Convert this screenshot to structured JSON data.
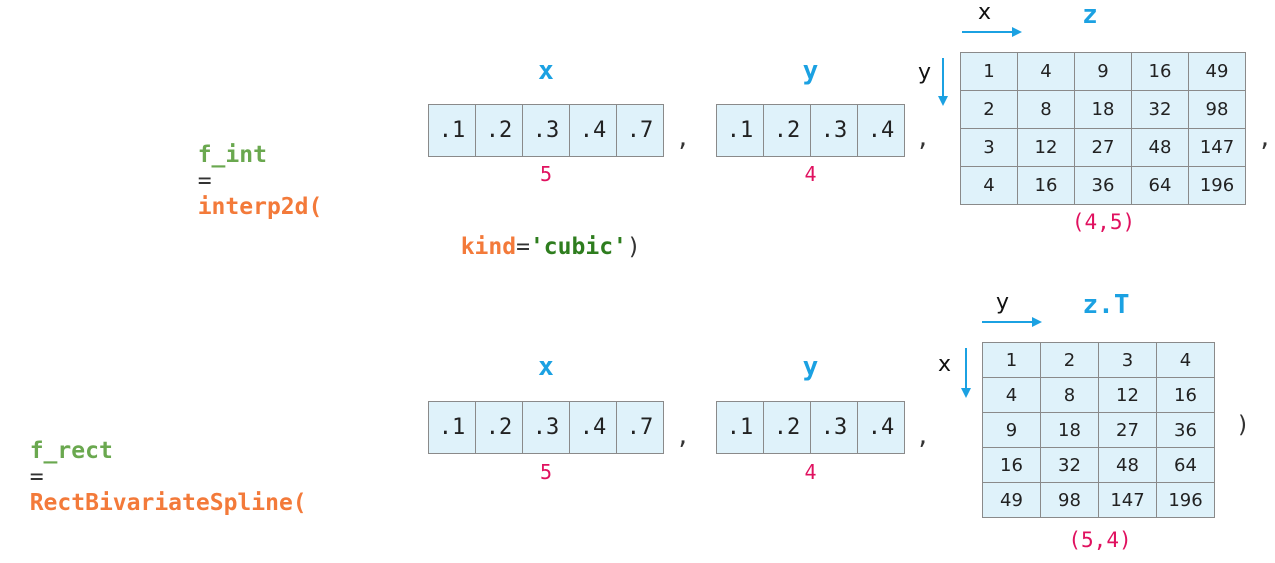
{
  "row1": {
    "var_name": "f_int",
    "equals": "=",
    "func": "interp2d(",
    "x_label": "x",
    "x_values": [
      ".1",
      ".2",
      ".3",
      ".4",
      ".7"
    ],
    "x_size": "5",
    "y_label": "y",
    "y_values": [
      ".1",
      ".2",
      ".3",
      ".4"
    ],
    "y_size": "4",
    "comma": ",",
    "matrix_label": "z",
    "axis_h": "x",
    "axis_v": "y",
    "matrix": [
      [
        "1",
        "4",
        "9",
        "16",
        "49"
      ],
      [
        "2",
        "8",
        "18",
        "32",
        "98"
      ],
      [
        "3",
        "12",
        "27",
        "48",
        "147"
      ],
      [
        "4",
        "16",
        "36",
        "64",
        "196"
      ]
    ],
    "shape": "(4,5)",
    "kw_name": "kind",
    "kw_eq": "=",
    "kw_value": "'cubic'",
    "close": ")"
  },
  "row2": {
    "var_name": "f_rect",
    "equals": "=",
    "func": "RectBivariateSpline(",
    "x_label": "x",
    "x_values": [
      ".1",
      ".2",
      ".3",
      ".4",
      ".7"
    ],
    "x_size": "5",
    "y_label": "y",
    "y_values": [
      ".1",
      ".2",
      ".3",
      ".4"
    ],
    "y_size": "4",
    "comma": ",",
    "matrix_label": "z.T",
    "axis_h": "y",
    "axis_v": "x",
    "matrix": [
      [
        "1",
        "2",
        "3",
        "4"
      ],
      [
        "4",
        "8",
        "12",
        "16"
      ],
      [
        "9",
        "18",
        "27",
        "36"
      ],
      [
        "16",
        "32",
        "48",
        "64"
      ],
      [
        "49",
        "98",
        "147",
        "196"
      ]
    ],
    "shape": "(5,4)",
    "close": ")"
  },
  "colors": {
    "variable": "#6aa84f",
    "function": "#f37a3a",
    "string": "#2e7d1e",
    "label_blue": "#1ba1e2",
    "size_pink": "#e0115f",
    "cell_fill": "#dff2fa",
    "arrow": "#1ba1e2"
  }
}
